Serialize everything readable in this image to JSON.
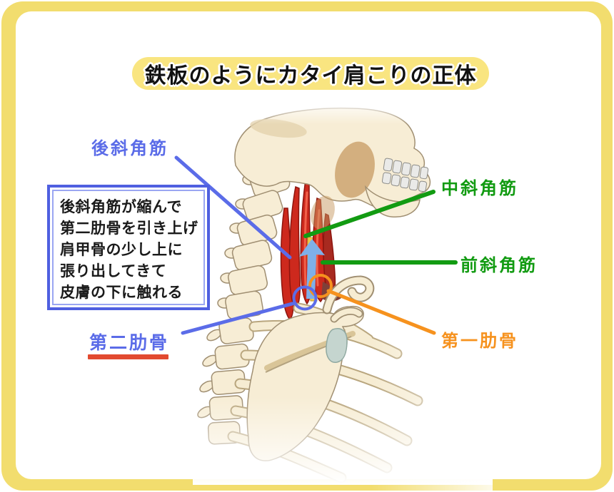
{
  "title": {
    "text": "鉄板のようにカタイ肩こりの正体"
  },
  "info_box": {
    "lines": [
      "後斜角筋が縮んで",
      "第二肋骨を引き上げ",
      "肩甲骨の少し上に",
      "張り出してきて",
      "皮膚の下に触れる"
    ]
  },
  "labels": {
    "posterior_scalene": {
      "text": "後斜角筋",
      "color": "#5B6CE8"
    },
    "middle_scalene": {
      "text": "中斜角筋",
      "color": "#129B12"
    },
    "anterior_scalene": {
      "text": "前斜角筋",
      "color": "#129B12"
    },
    "first_rib": {
      "text": "第一肋骨",
      "color": "#F6921E"
    },
    "second_rib": {
      "text": "第二肋骨",
      "color": "#5B6CE8",
      "underline_color": "#E24A30"
    }
  },
  "colors": {
    "frame_yellow": "#F2DD6E",
    "badge_yellow": "#F9E580",
    "info_box_border": "#4F5FE0",
    "leader_blue": "#5B6CE8",
    "leader_green": "#129B12",
    "leader_orange": "#F6921E",
    "lift_arrow_blue": "#7FB0E8",
    "muscle_red": "#CD291D",
    "nerve_yellow": "#EFC94A",
    "bone_cream": "#F7EDD5",
    "cartilage_teal": "#C5D5CF"
  }
}
